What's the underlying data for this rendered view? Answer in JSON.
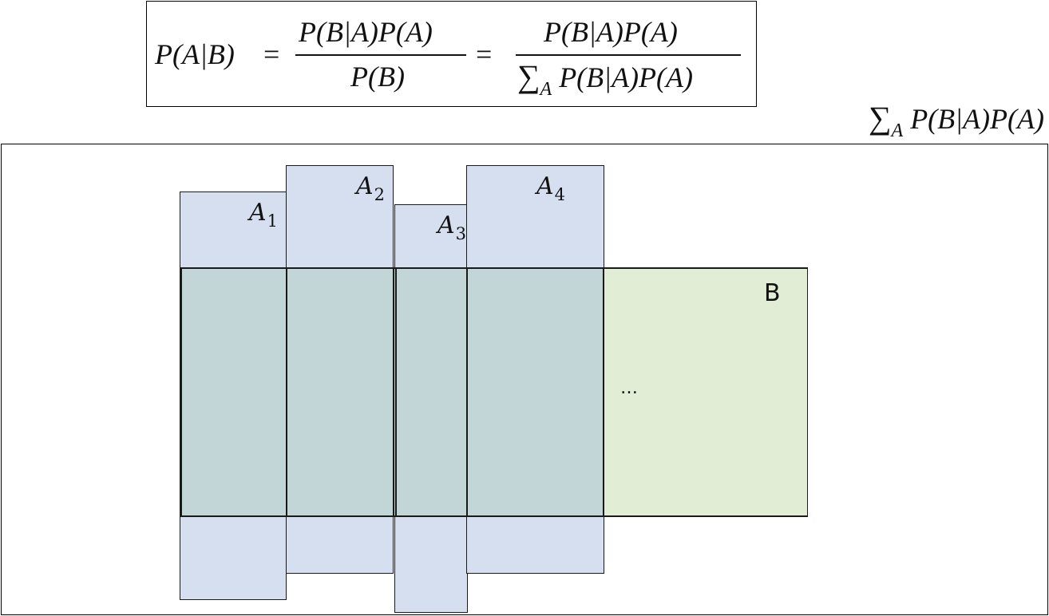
{
  "formula": {
    "lhs": "P(A|B)",
    "eq": "=",
    "num1": "P(B|A)P(A)",
    "den1": "P(B)",
    "num2": "P(B|A)P(A)",
    "sum_symbol": "∑",
    "sum_index": "A",
    "den2_term": "P(B|A)P(A)"
  },
  "side_formula": {
    "sum_symbol": "∑",
    "sum_index": "A",
    "term": "P(B|A)P(A)"
  },
  "diagram": {
    "partitions": [
      {
        "letter": "A",
        "index": "1"
      },
      {
        "letter": "A",
        "index": "2"
      },
      {
        "letter": "A",
        "index": "3"
      },
      {
        "letter": "A",
        "index": "4"
      }
    ],
    "event_label": "B",
    "ellipsis": "…",
    "colors": {
      "partition_fill": "#d6dff0",
      "event_fill": "#e2edd6",
      "overlap_fill": "#c2d6d8",
      "stroke": "#1a1a1a"
    }
  }
}
